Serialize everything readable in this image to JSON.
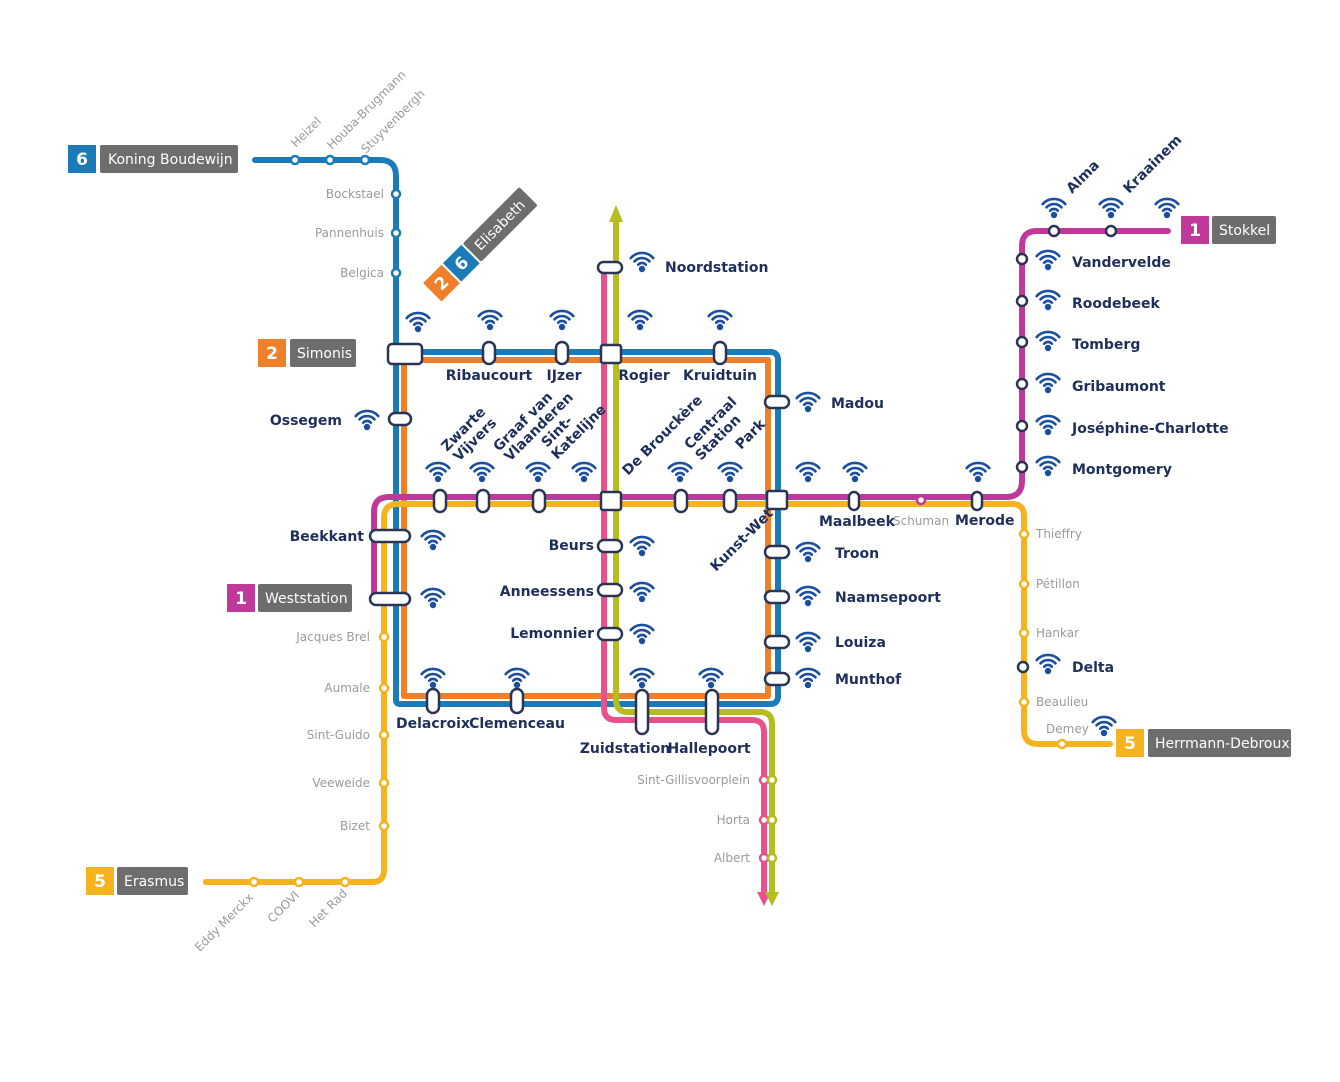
{
  "colors": {
    "line1": "#c0399a",
    "line2": "#ef7f2a",
    "line5": "#f5b320",
    "line6": "#1a7bb8",
    "pink": "#e8528c",
    "olive": "#b5bd1f",
    "label_dark": "#1f2f5c",
    "label_minor": "#9a9a9a",
    "terminus_box": "#6d6d6d",
    "wifi": "#1b4f9e"
  },
  "termini": {
    "koning_boudewijn": {
      "num": "6",
      "name": "Koning Boudewijn"
    },
    "simonis": {
      "num": "2",
      "name": "Simonis"
    },
    "elisabeth": {
      "num_a": "2",
      "num_b": "6",
      "name": "Elisabeth"
    },
    "weststation": {
      "num": "1",
      "name": "Weststation"
    },
    "erasmus": {
      "num": "5",
      "name": "Erasmus"
    },
    "stokkel": {
      "num": "1",
      "name": "Stokkel"
    },
    "herrmann_debroux": {
      "num": "5",
      "name": "Herrmann-Debroux"
    }
  },
  "stations": {
    "heizel": "Heizel",
    "houba": "Houba-Brugmann",
    "stuyvenbergh": "Stuyvenbergh",
    "bockstael": "Bockstael",
    "pannenhuis": "Pannenhuis",
    "belgica": "Belgica",
    "ossegem": "Ossegem",
    "beekkant": "Beekkant",
    "jacques_brel": "Jacques Brel",
    "aumale": "Aumale",
    "sint_guido": "Sint-Guido",
    "veeweide": "Veeweide",
    "bizet": "Bizet",
    "eddy_merckx": "Eddy Merckx",
    "coovi": "COOVI",
    "het_rad": "Het Rad",
    "ribaucourt": "Ribaucourt",
    "ijzer": "IJzer",
    "rogier": "Rogier",
    "kruidtuin": "Kruidtuin",
    "noordstation": "Noordstation",
    "madou": "Madou",
    "zwarte_1": "Zwarte",
    "zwarte_2": "Vijvers",
    "graaf_1": "Graaf van",
    "graaf_2": "Vlaanderen",
    "sint_kat_1": "Sint-",
    "sint_kat_2": "Katelijne",
    "de_brouckere": "De Brouckère",
    "centraal_1": "Centraal",
    "centraal_2": "Station",
    "park": "Park",
    "kunst_wet": "Kunst-Wet",
    "maalbeek": "Maalbeek",
    "schuman": "Schuman",
    "merode": "Merode",
    "beurs": "Beurs",
    "anneessens": "Anneessens",
    "lemonnier": "Lemonnier",
    "troon": "Troon",
    "naamsepoort": "Naamsepoort",
    "louiza": "Louiza",
    "munthof": "Munthof",
    "delacroix": "Delacroix",
    "clemenceau": "Clemenceau",
    "zuidstation": "Zuidstation",
    "hallepoort": "Hallepoort",
    "sint_gillis": "Sint-Gillisvoorplein",
    "horta": "Horta",
    "albert": "Albert",
    "alma": "Alma",
    "kraainem": "Kraainem",
    "vandervelde": "Vandervelde",
    "roodebeek": "Roodebeek",
    "tomberg": "Tomberg",
    "gribaumont": "Gribaumont",
    "josephine": "Joséphine-Charlotte",
    "montgomery": "Montgomery",
    "thieffry": "Thieffry",
    "petillon": "Pétillon",
    "hankar": "Hankar",
    "delta": "Delta",
    "beaulieu": "Beaulieu",
    "demey": "Demey"
  },
  "icons": {
    "wifi": "wifi-icon"
  }
}
